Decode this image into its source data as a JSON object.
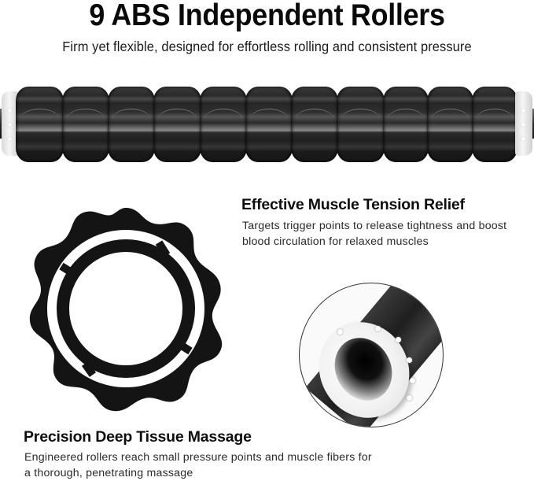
{
  "header": {
    "title": "9 ABS Independent Rollers",
    "subtitle": "Firm yet flexible, designed for effortless rolling and consistent pressure"
  },
  "product_images": {
    "roller_bar": {
      "icon": "roller-bar-image",
      "visible_segments": 11,
      "segment_color": "#2a2a2a",
      "collar_color": "#f0f0f0"
    },
    "cap_ring": {
      "icon": "cap-ring-image",
      "color": "#111111"
    },
    "end_cap_closeup": {
      "icon": "end-cap-closeup-image",
      "border_color": "#333333"
    }
  },
  "features": [
    {
      "heading": "Effective Muscle Tension Relief",
      "body": "Targets trigger points to release tightness and boost blood circulation for relaxed muscles"
    },
    {
      "heading": "Precision Deep Tissue Massage",
      "body": "Engineered rollers reach small pressure points and muscle fibers for a thorough, penetrating massage"
    }
  ],
  "colors": {
    "background": "#ffffff",
    "heading_text": "#0a0a0a",
    "body_text": "#2b2b2b"
  }
}
